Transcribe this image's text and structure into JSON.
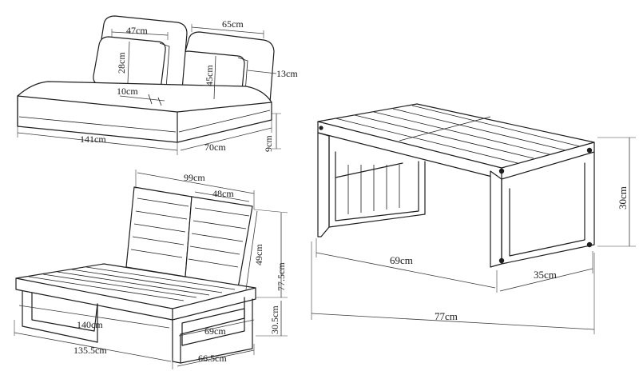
{
  "cushion_set": {
    "back_cushion_width": "47cm",
    "back_cushion_large_width": "65cm",
    "back_cushion_height": "28cm",
    "back_cushion_large_height": "45cm",
    "back_cushion_thickness_small": "10cm",
    "back_cushion_thickness": "13cm",
    "seat_length": "141cm",
    "seat_depth": "70cm",
    "seat_thickness": "9cm"
  },
  "sofa_frame": {
    "back_total_width": "99cm",
    "backrest_width": "48cm",
    "backrest_height": "49cm",
    "total_height": "77.5cm",
    "seat_height": "30.5cm",
    "seat_length": "140cm",
    "frame_length": "135.5cm",
    "seat_depth": "69cm",
    "frame_depth": "66.5cm"
  },
  "coffee_table": {
    "table_height": "30cm",
    "table_length": "69cm",
    "table_depth": "35cm",
    "overall_length": "77cm"
  }
}
